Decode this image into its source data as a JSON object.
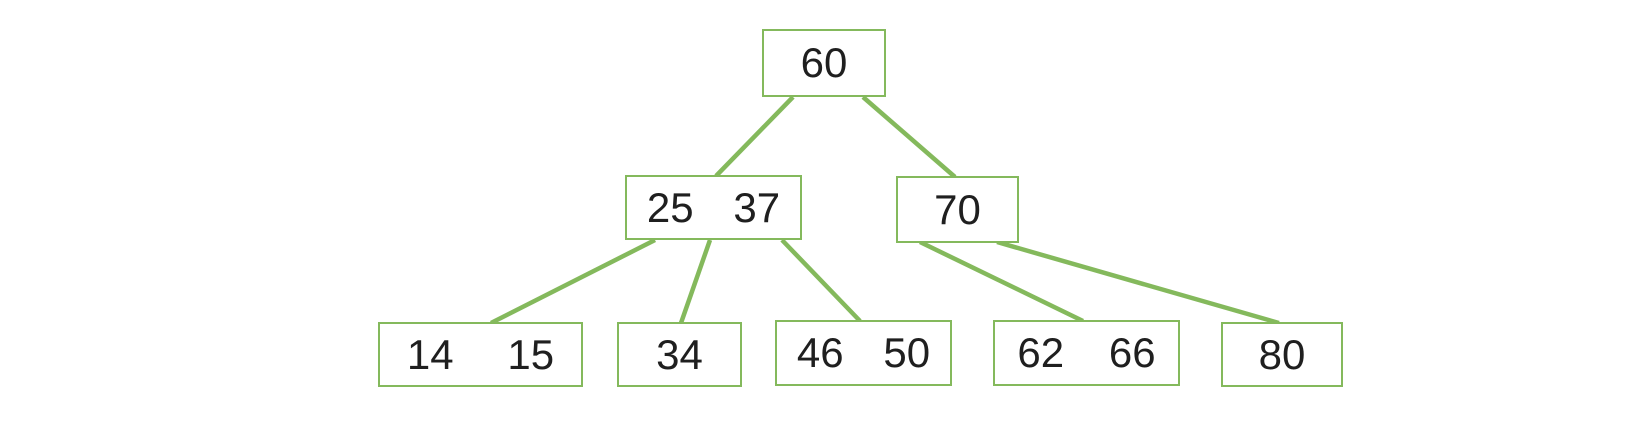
{
  "colors": {
    "accent_green": "#84b95c",
    "text_black": "#1f1f1f",
    "background": "#ffffff"
  },
  "diagram": {
    "type": "b-tree",
    "levels": [
      {
        "nodes": [
          {
            "keys": [
              "60"
            ]
          }
        ]
      },
      {
        "nodes": [
          {
            "keys": [
              "25",
              "37"
            ]
          },
          {
            "keys": [
              "70"
            ]
          }
        ]
      },
      {
        "nodes": [
          {
            "keys": [
              "14",
              "15"
            ]
          },
          {
            "keys": [
              "34"
            ]
          },
          {
            "keys": [
              "46",
              "50"
            ]
          },
          {
            "keys": [
              "62",
              "66"
            ]
          },
          {
            "keys": [
              "80"
            ]
          }
        ]
      }
    ],
    "edges": [
      {
        "from": "60",
        "to": "25 37"
      },
      {
        "from": "60",
        "to": "70"
      },
      {
        "from": "25 37",
        "to": "14 15"
      },
      {
        "from": "25 37",
        "to": "34"
      },
      {
        "from": "25 37",
        "to": "46 50"
      },
      {
        "from": "70",
        "to": "62 66"
      },
      {
        "from": "70",
        "to": "80"
      }
    ]
  }
}
